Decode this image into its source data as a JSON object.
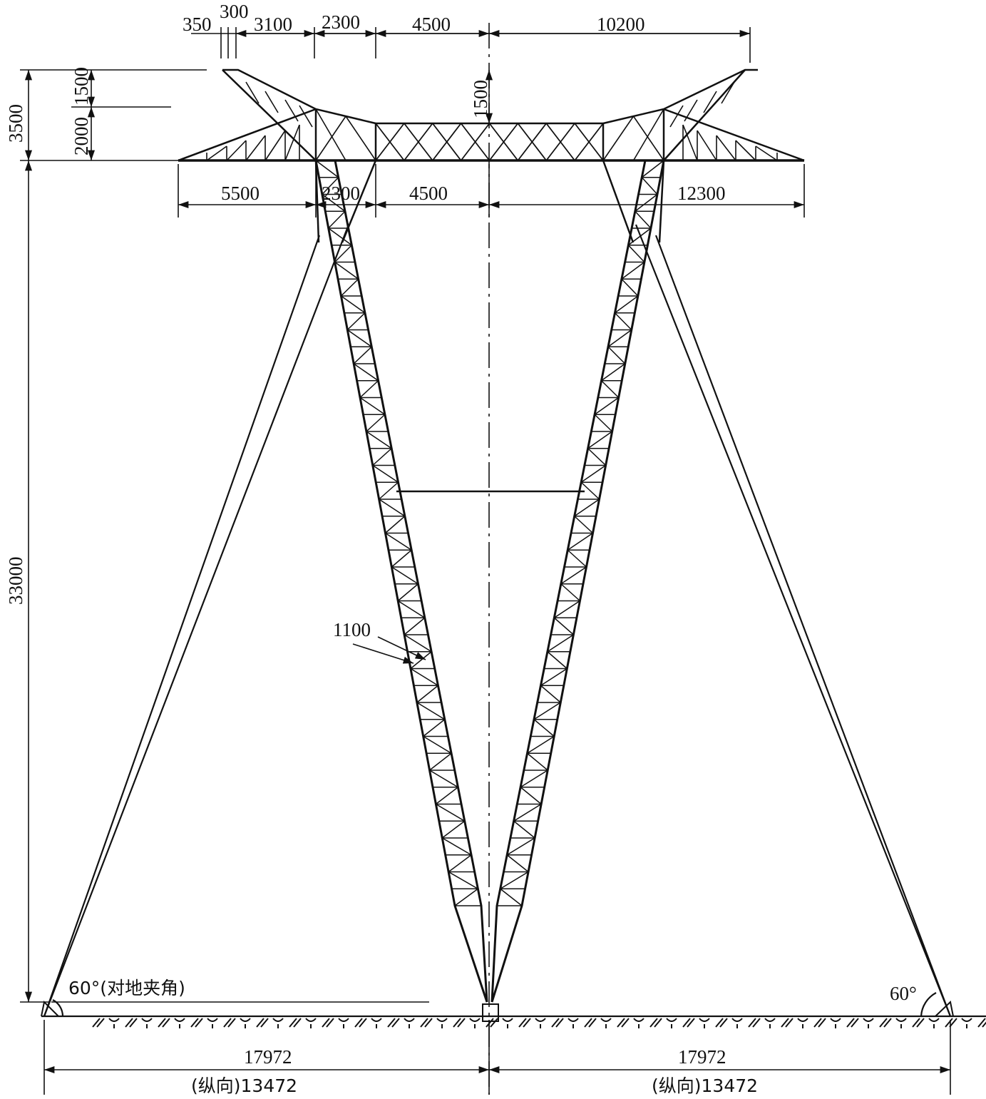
{
  "drawing": {
    "ink_color": "#111111",
    "background": "#ffffff",
    "top_dims": [
      "350",
      "300",
      "3100",
      "2300",
      "4500",
      "10200"
    ],
    "crossarm_dims": [
      "5500",
      "2300",
      "4500",
      "12300"
    ],
    "left_dims": [
      "3500",
      "2000",
      "1500",
      "33000"
    ],
    "center_dim": "1500",
    "leg_dim": "1100",
    "angle_left": "60°(对地夹角)",
    "angle_right": "60°",
    "base_left_1": "17972",
    "base_left_2": "(纵向)13472",
    "base_right_1": "17972",
    "base_right_2": "(纵向)13472"
  }
}
